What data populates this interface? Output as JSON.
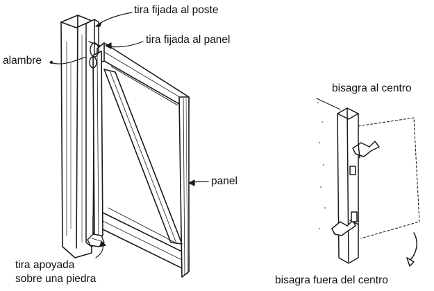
{
  "labels": {
    "strip_post": "tira fijada al poste",
    "strip_panel": "tira fijada al panel",
    "wire": "alambre",
    "panel": "panel",
    "strip_rock_1": "tira apoyada",
    "strip_rock_2": "sobre una piedra",
    "hinge_center": "bisagra al centro",
    "hinge_off_center": "bisagra fuera del centro"
  }
}
